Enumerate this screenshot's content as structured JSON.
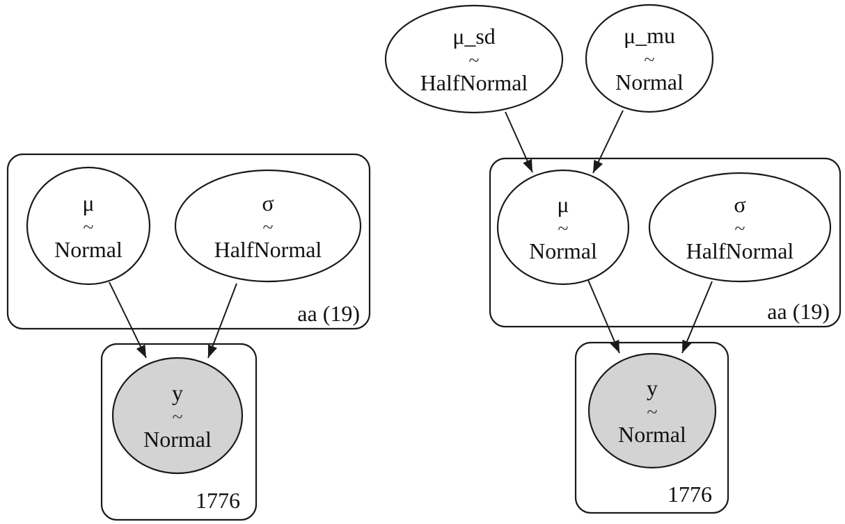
{
  "colors": {
    "stroke": "#1a1a1a",
    "node_fill": "#ffffff",
    "observed_fill": "#d3d3d3",
    "background": "#ffffff"
  },
  "left_model": {
    "plates": {
      "aa": {
        "label": "aa (19)"
      },
      "obs": {
        "label": "1776"
      }
    },
    "nodes": {
      "mu": {
        "name": "μ",
        "tilde": "~",
        "dist": "Normal"
      },
      "sigma": {
        "name": "σ",
        "tilde": "~",
        "dist": "HalfNormal"
      },
      "y": {
        "name": "y",
        "tilde": "~",
        "dist": "Normal"
      }
    }
  },
  "right_model": {
    "plates": {
      "aa": {
        "label": "aa (19)"
      },
      "obs": {
        "label": "1776"
      }
    },
    "nodes": {
      "mu_sd": {
        "name": "μ_sd",
        "tilde": "~",
        "dist": "HalfNormal"
      },
      "mu_mu": {
        "name": "μ_mu",
        "tilde": "~",
        "dist": "Normal"
      },
      "mu": {
        "name": "μ",
        "tilde": "~",
        "dist": "Normal"
      },
      "sigma": {
        "name": "σ",
        "tilde": "~",
        "dist": "HalfNormal"
      },
      "y": {
        "name": "y",
        "tilde": "~",
        "dist": "Normal"
      }
    }
  }
}
